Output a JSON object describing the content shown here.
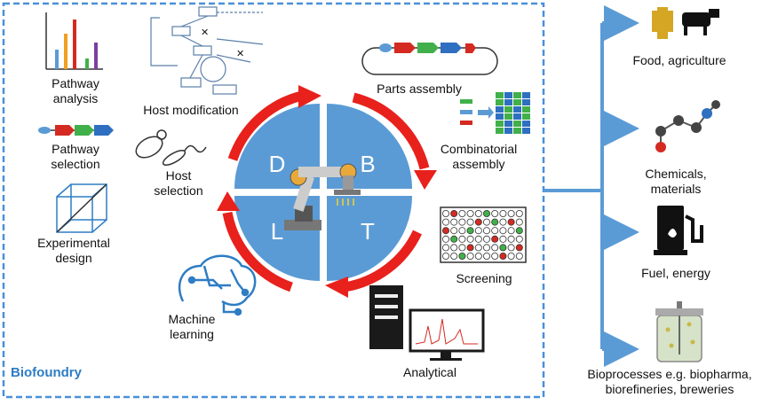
{
  "frame": {
    "title": "Biofoundry"
  },
  "cycle": {
    "d": "D",
    "b": "B",
    "t": "T",
    "l": "L"
  },
  "left_items": {
    "pathway_analysis": [
      "Pathway",
      "analysis"
    ],
    "pathway_selection": [
      "Pathway",
      "selection"
    ],
    "host_selection": [
      "Host",
      "selection"
    ],
    "experimental_design": [
      "Experimental",
      "design"
    ],
    "host_modification": "Host modification",
    "machine_learning": [
      "Machine",
      "learning"
    ]
  },
  "right_items": {
    "parts_assembly": "Parts assembly",
    "combinatorial_assembly": [
      "Combinatorial",
      "assembly"
    ],
    "screening": "Screening",
    "analytical": "Analytical"
  },
  "outputs": {
    "food": "Food, agriculture",
    "chemicals": [
      "Chemicals,",
      "materials"
    ],
    "fuel": "Fuel, energy",
    "bioprocesses": [
      "Bioprocesses e.g. biopharma,",
      "biorefineries, breweries"
    ]
  },
  "colors": {
    "frame_border": "#4a90d9",
    "quadrant_fill": "#5b9bd5",
    "arrow_red": "#e8211c",
    "branch_blue": "#5b9bd5",
    "biofoundry_text": "#2e7dc4"
  }
}
